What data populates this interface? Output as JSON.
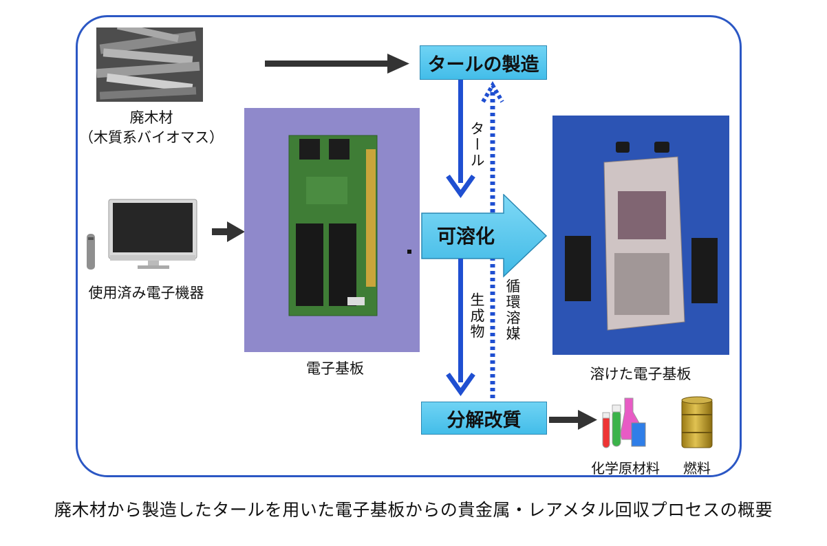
{
  "nodes": {
    "waste_wood": "廃木材",
    "woody_biomass": "（木質系バイオマス）",
    "used_electronics": "使用済み電子機器",
    "circuit_board": "電子基板",
    "tar_production": "タールの製造",
    "solubilization": "可溶化",
    "dissolved_board": "溶けた電子基板",
    "decomposition_reforming": "分解改質",
    "chemical_feedstock": "化学原材料",
    "fuel": "燃料"
  },
  "edge_labels": {
    "tar": "タール",
    "products": "生成物",
    "circulating_solvent": "循環溶媒"
  },
  "caption": "廃木材から製造したタールを用いた電子基板からの貴金属・レアメタル回収プロセスの概要",
  "colors": {
    "frame": "#2b57c4",
    "process_box": "#4cc2ec",
    "arrow_blue": "#1f4fd1",
    "arrow_dark": "#333333",
    "photo_background": "#2f57b8"
  },
  "icons": [
    "wood-pile-photo",
    "tv-monitor-photo",
    "circuit-board-photo",
    "dissolved-board-photo",
    "flask-icon",
    "barrel-icon"
  ]
}
